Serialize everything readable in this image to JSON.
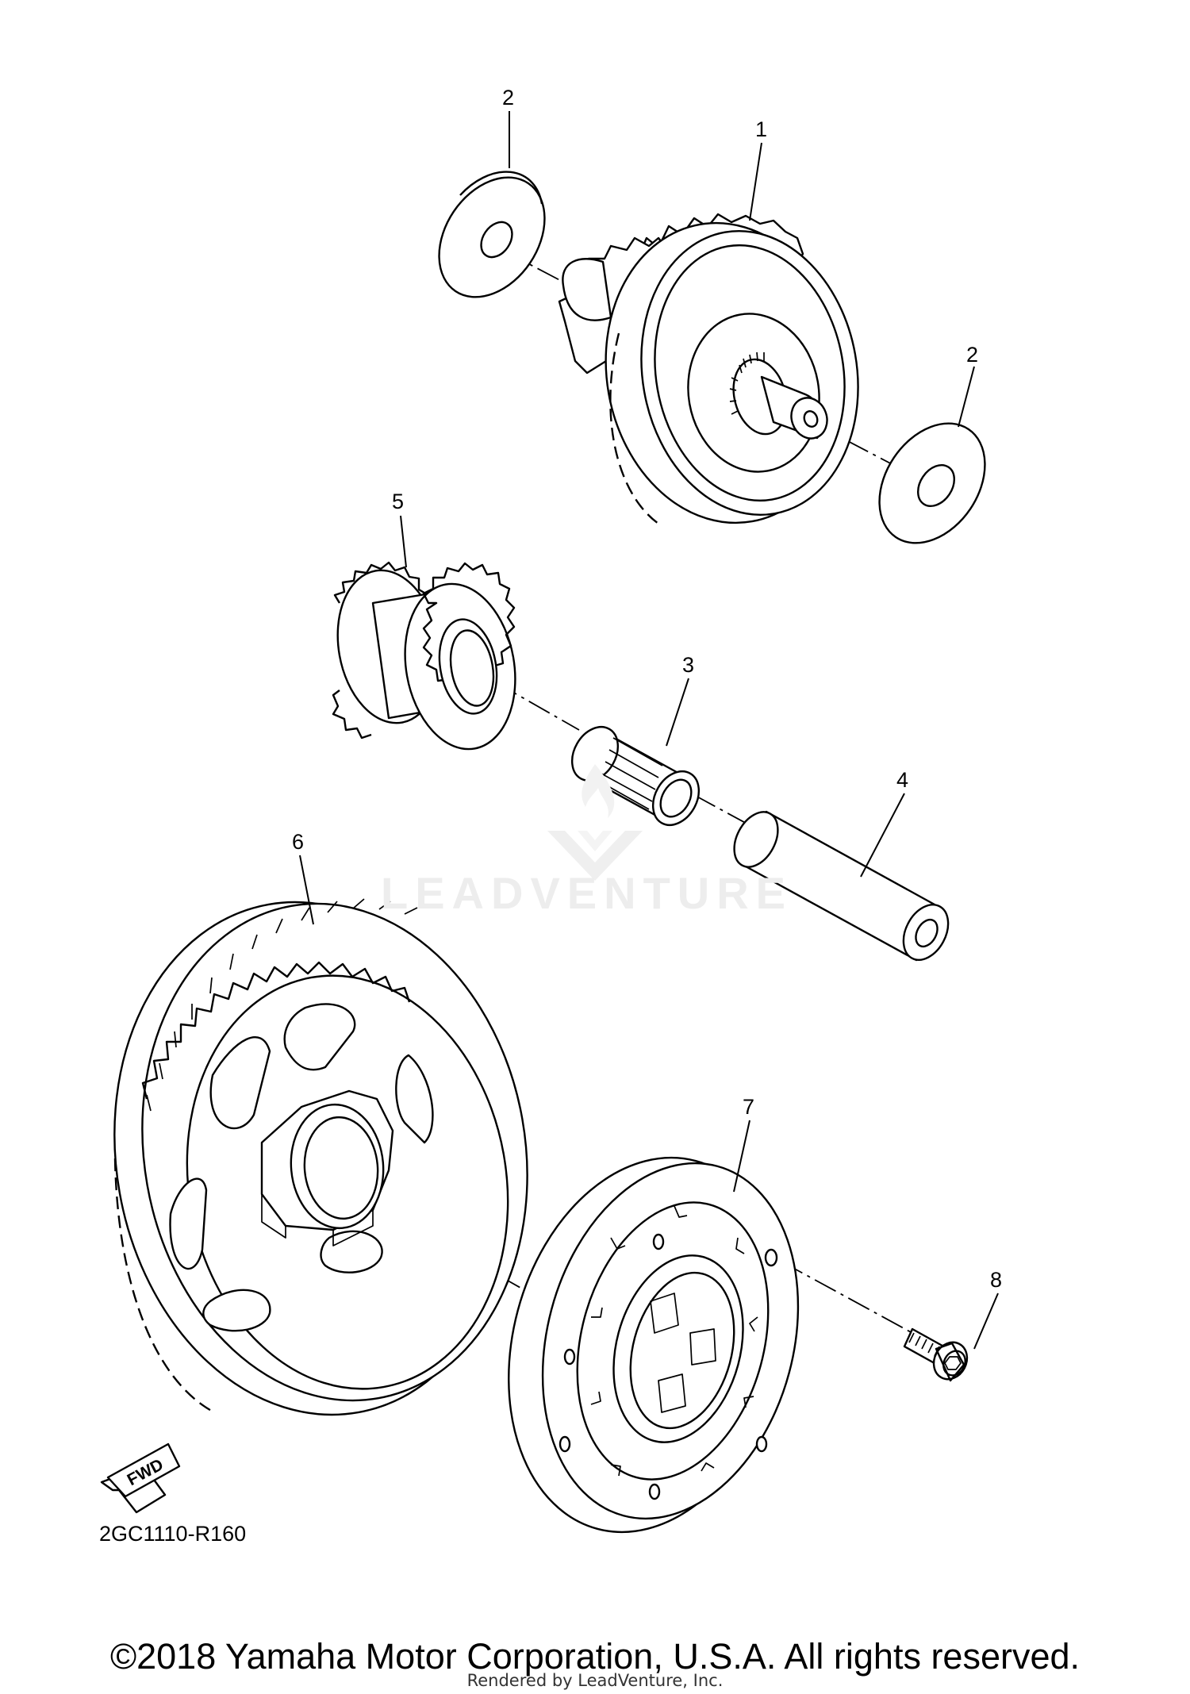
{
  "diagram": {
    "code": "2GC1110-R160",
    "fwd_label": "FWD",
    "callouts": [
      {
        "id": "cl-2a",
        "label": "2"
      },
      {
        "id": "cl-1",
        "label": "1"
      },
      {
        "id": "cl-2b",
        "label": "2"
      },
      {
        "id": "cl-5",
        "label": "5"
      },
      {
        "id": "cl-3",
        "label": "3"
      },
      {
        "id": "cl-4",
        "label": "4"
      },
      {
        "id": "cl-6",
        "label": "6"
      },
      {
        "id": "cl-7",
        "label": "7"
      },
      {
        "id": "cl-8",
        "label": "8"
      }
    ]
  },
  "watermark": {
    "text": "LEADVENTURE"
  },
  "footer": {
    "copyright": "©2018 Yamaha Motor Corporation, U.S.A. All rights reserved.",
    "rendered_by": "Rendered by LeadVenture, Inc."
  }
}
